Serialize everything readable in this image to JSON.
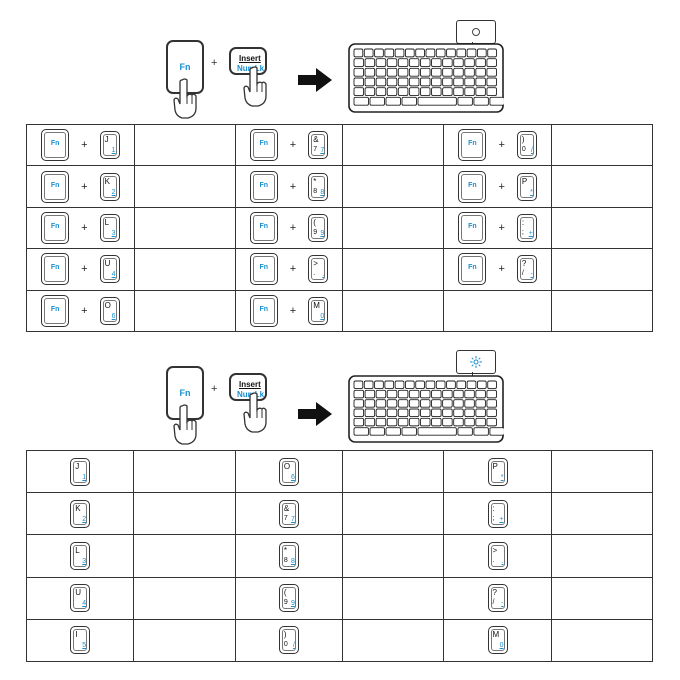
{
  "plus": "+",
  "fn_label": "Fn",
  "insert_label": "Insert",
  "numlk_label": "NumLk",
  "indicator_icons": [
    "circle-indicator-icon",
    "sun-indicator-icon"
  ],
  "section1": {
    "rows": [
      [
        {
          "main": "J",
          "num": "1"
        },
        {
          "main": "&",
          "sub": "7",
          "num": "7"
        },
        {
          "main": ")",
          "sub": "0",
          "num": "/"
        }
      ],
      [
        {
          "main": "K",
          "num": "2"
        },
        {
          "main": "*",
          "sub": "8",
          "num": "8"
        },
        {
          "main": "P",
          "num": "*"
        }
      ],
      [
        {
          "main": "L",
          "num": "3"
        },
        {
          "main": "(",
          "sub": "9",
          "num": "9"
        },
        {
          "main": ":",
          "sub": ";",
          "num": "+"
        }
      ],
      [
        {
          "main": "U",
          "num": "4"
        },
        {
          "main": ">",
          "sub": ".",
          "num": "."
        },
        {
          "main": "?",
          "sub": "/",
          "num": "-"
        }
      ],
      [
        {
          "main": "O",
          "num": "6"
        },
        {
          "main": "M",
          "num": "0"
        },
        null
      ]
    ]
  },
  "section2": {
    "rows": [
      [
        {
          "main": "J",
          "num": "1"
        },
        {
          "main": "O",
          "num": "6"
        },
        {
          "main": "P",
          "num": "*"
        }
      ],
      [
        {
          "main": "K",
          "num": "2"
        },
        {
          "main": "&",
          "sub": "7",
          "num": "7"
        },
        {
          "main": ":",
          "sub": ";",
          "num": "+"
        }
      ],
      [
        {
          "main": "L",
          "num": "3"
        },
        {
          "main": "*",
          "sub": "8",
          "num": "8"
        },
        {
          "main": ">",
          "sub": ".",
          "num": "."
        }
      ],
      [
        {
          "main": "U",
          "num": "4"
        },
        {
          "main": "(",
          "sub": "9",
          "num": "9"
        },
        {
          "main": "?",
          "sub": "/",
          "num": "-"
        }
      ],
      [
        {
          "main": "I",
          "num": "5"
        },
        {
          "main": ")",
          "sub": "0",
          "num": "/"
        },
        {
          "main": "M",
          "num": "0"
        }
      ]
    ]
  }
}
